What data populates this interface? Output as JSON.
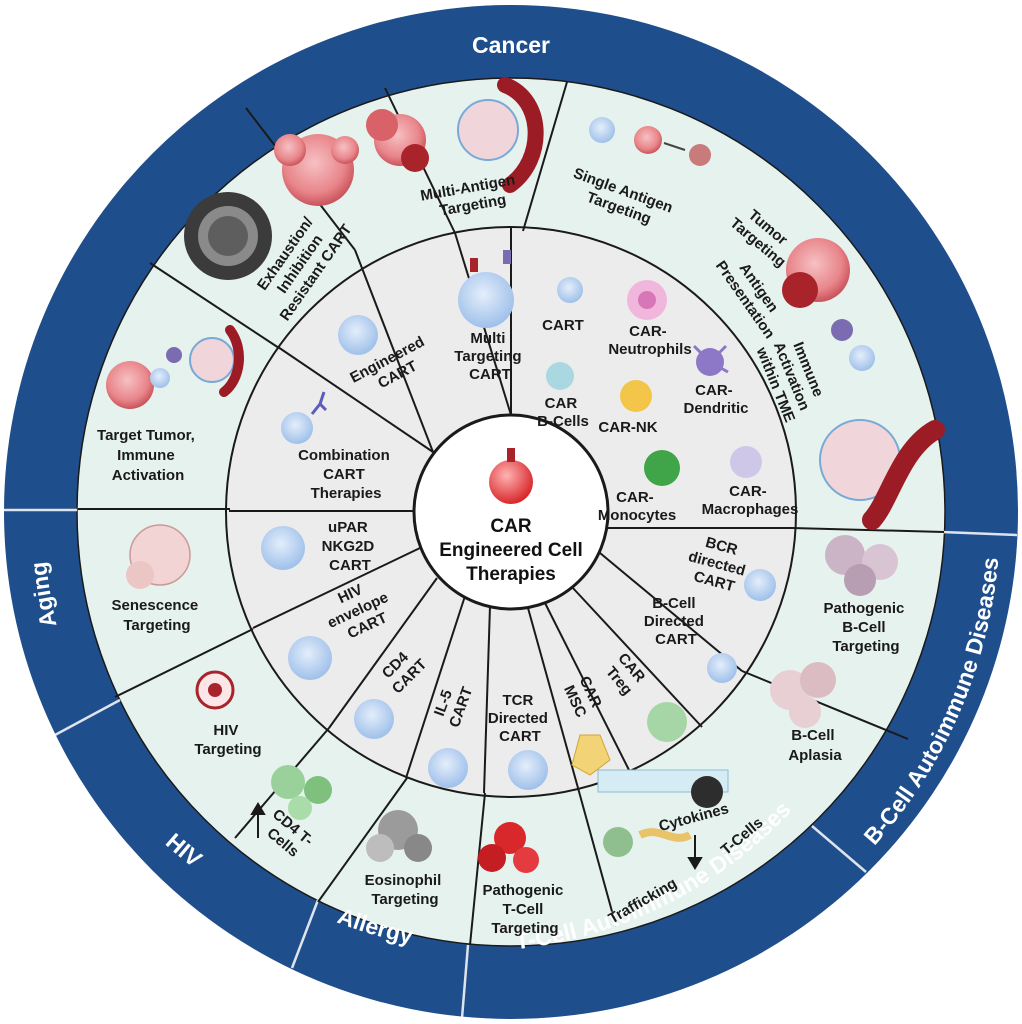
{
  "center": {
    "lines": [
      "CAR",
      "Engineered Cell",
      "Therapies"
    ]
  },
  "sectors": {
    "cancer": "Cancer",
    "b_cell_autoimmune": "B-Cell Autoimmune Diseases",
    "t_cell_autoimmune": "T-Cell Autoimmune Diseases",
    "allergy": "Allergy",
    "hiv": "HIV",
    "aging": "Aging"
  },
  "outer_segments": {
    "exhaustion": [
      "Exhaustion/",
      "Inhibition",
      "Resistant CART"
    ],
    "multi_antigen": [
      "Multi-Antigen",
      "Targeting"
    ],
    "single_antigen": [
      "Single Antigen",
      "Targeting"
    ],
    "tumor_targeting": [
      "Tumor",
      "Targeting"
    ],
    "antigen_presentation": [
      "Antigen",
      "Presentation"
    ],
    "immune_activation_tme": [
      "Immune",
      "Activation",
      "within TME"
    ],
    "target_tumor": [
      "Target Tumor,",
      "Immune",
      "Activation"
    ],
    "senescence": [
      "Senescence",
      "Targeting"
    ],
    "hiv_targeting": [
      "HIV",
      "Targeting"
    ],
    "cd4_tcells": [
      "CD4 T-",
      "Cells"
    ],
    "eosinophil": [
      "Eosinophil",
      "Targeting"
    ],
    "pathogenic_tcell": [
      "Pathogenic",
      "T-Cell",
      "Targeting"
    ],
    "trafficking": "Trafficking",
    "cytokines": "Cytokines",
    "t_cells": "T-Cells",
    "b_cell_aplasia": [
      "B-Cell",
      "Aplasia"
    ],
    "pathogenic_bcell": [
      "Pathogenic",
      "B-Cell",
      "Targeting"
    ]
  },
  "inner_segments": {
    "engineered_cart": [
      "Engineered",
      "CART"
    ],
    "multi_targeting": [
      "Multi",
      "Targeting",
      "CART"
    ],
    "cart": "CART",
    "car_neutrophils": [
      "CAR-",
      "Neutrophils"
    ],
    "car_b_cells": [
      "CAR",
      "B-Cells"
    ],
    "car_nk": "CAR-NK",
    "car_dendritic": [
      "CAR-",
      "Dendritic"
    ],
    "car_monocytes": [
      "CAR-",
      "Monocytes"
    ],
    "car_macrophages": [
      "CAR-",
      "Macrophages"
    ],
    "combination": [
      "Combination",
      "CART",
      "Therapies"
    ],
    "upar": [
      "uPAR",
      "NKG2D",
      "CART"
    ],
    "hiv_envelope": [
      "HIV",
      "envelope",
      "CART"
    ],
    "cd4_cart": [
      "CD4",
      "CART"
    ],
    "il5_cart": [
      "IL-5",
      "CART"
    ],
    "tcr_directed": [
      "TCR",
      "Directed",
      "CART"
    ],
    "car_msc": [
      "CAR",
      "MSC"
    ],
    "car_treg": [
      "CAR",
      "Treg"
    ],
    "b_cell_directed": [
      "B-Cell",
      "Directed",
      "CART"
    ],
    "bcr_directed": [
      "BCR",
      "directed",
      "CART"
    ]
  },
  "colors": {
    "ring": "#1f4e8c",
    "outer_band": "#e6f2ee",
    "inner_band": "#ececec",
    "spoke": "#1a1a1a",
    "tumor": "#e8858a",
    "tcell": "#b9d2f0",
    "dark_red": "#9b1c24"
  }
}
